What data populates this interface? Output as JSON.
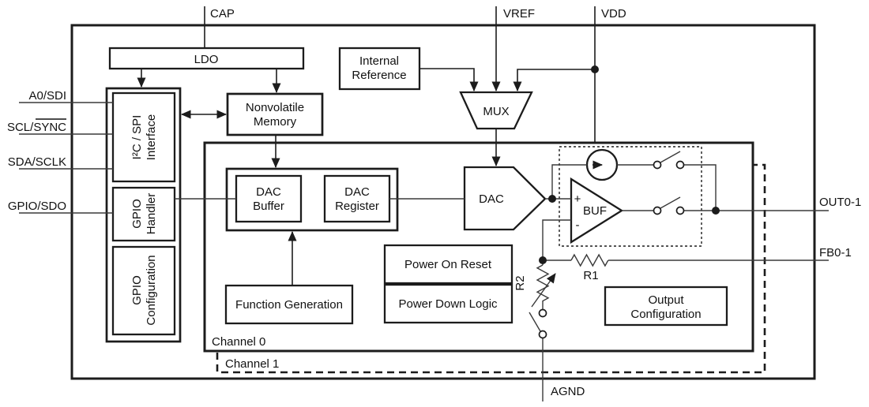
{
  "pins": {
    "cap": "CAP",
    "vref": "VREF",
    "vdd": "VDD",
    "a0_sdi": "A0/SDI",
    "scl_sync": "SCL/SYNC",
    "sda_sclk": "SDA/SCLK",
    "gpio_sdo": "GPIO/SDO",
    "out": "OUT0-1",
    "fb": "FB0-1",
    "agnd": "AGND"
  },
  "blocks": {
    "ldo": {
      "label": "LDO"
    },
    "internal_reference": {
      "line1": "Internal",
      "line2": "Reference"
    },
    "mux": {
      "label": "MUX"
    },
    "i2c_spi_interface": {
      "line1": "I²C / SPI",
      "line2": "Interface"
    },
    "gpio_handler": {
      "line1": "GPIO",
      "line2": "Handler"
    },
    "gpio_configuration": {
      "line1": "GPIO",
      "line2": "Configuration"
    },
    "nonvolatile_memory": {
      "line1": "Nonvolatile",
      "line2": "Memory"
    },
    "dac_buffer": {
      "line1": "DAC",
      "line2": "Buffer"
    },
    "dac_register": {
      "line1": "DAC",
      "line2": "Register"
    },
    "dac": {
      "label": "DAC"
    },
    "buf": {
      "label": "BUF",
      "plus": "+",
      "minus": "-"
    },
    "function_generation": {
      "label": "Function Generation"
    },
    "power_on_reset": {
      "label": "Power On Reset"
    },
    "power_down_logic": {
      "label": "Power Down Logic"
    },
    "output_configuration": {
      "line1": "Output",
      "line2": "Configuration"
    }
  },
  "components": {
    "r1": "R1",
    "r2": "R2"
  },
  "channels": {
    "channel0": "Channel 0",
    "channel1": "Channel 1"
  },
  "colors": {
    "line": "#1c1c1c",
    "background": "#ffffff"
  }
}
